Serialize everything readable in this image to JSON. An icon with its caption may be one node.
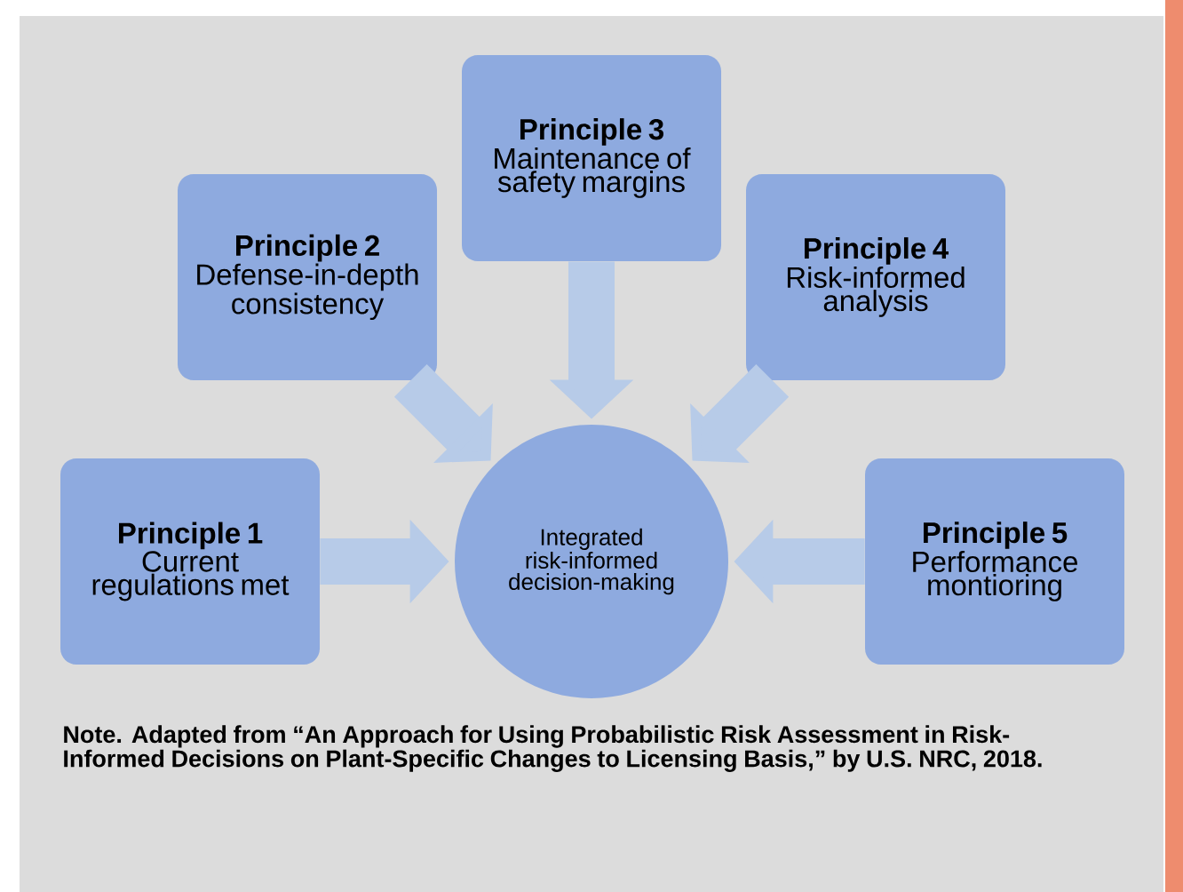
{
  "diagram": {
    "caption": "Note. Adapted from “An Approach for Using Probabilistic Risk Assessment in Risk-Informed Decisions on Plant-Specific Changes to Licensing Basis,” by U.S. NRC, 2018.",
    "nodes": [
      {
        "text": [
          "Principle 1",
          "Current regulations met"
        ]
      },
      {
        "text": [
          "Principle 2",
          "Defense-in-depth consistency"
        ]
      },
      {
        "text": [
          "Principle 3",
          "Maintenance of safety margins"
        ]
      },
      {
        "text": [
          "Principle 4",
          "Risk-informed analysis"
        ]
      },
      {
        "text": [
          "Principle 5",
          "Performance montioring"
        ]
      },
      {
        "text": [
          "Integrated risk-informed decision-making"
        ]
      }
    ],
    "edges": [
      {
        "from": 0,
        "to": 5,
        "arrow": "to"
      },
      {
        "from": 1,
        "to": 5,
        "arrow": "to"
      },
      {
        "from": 2,
        "to": 5,
        "arrow": "to"
      },
      {
        "from": 3,
        "to": 5,
        "arrow": "to"
      },
      {
        "from": 4,
        "to": 5,
        "arrow": "to"
      }
    ]
  }
}
